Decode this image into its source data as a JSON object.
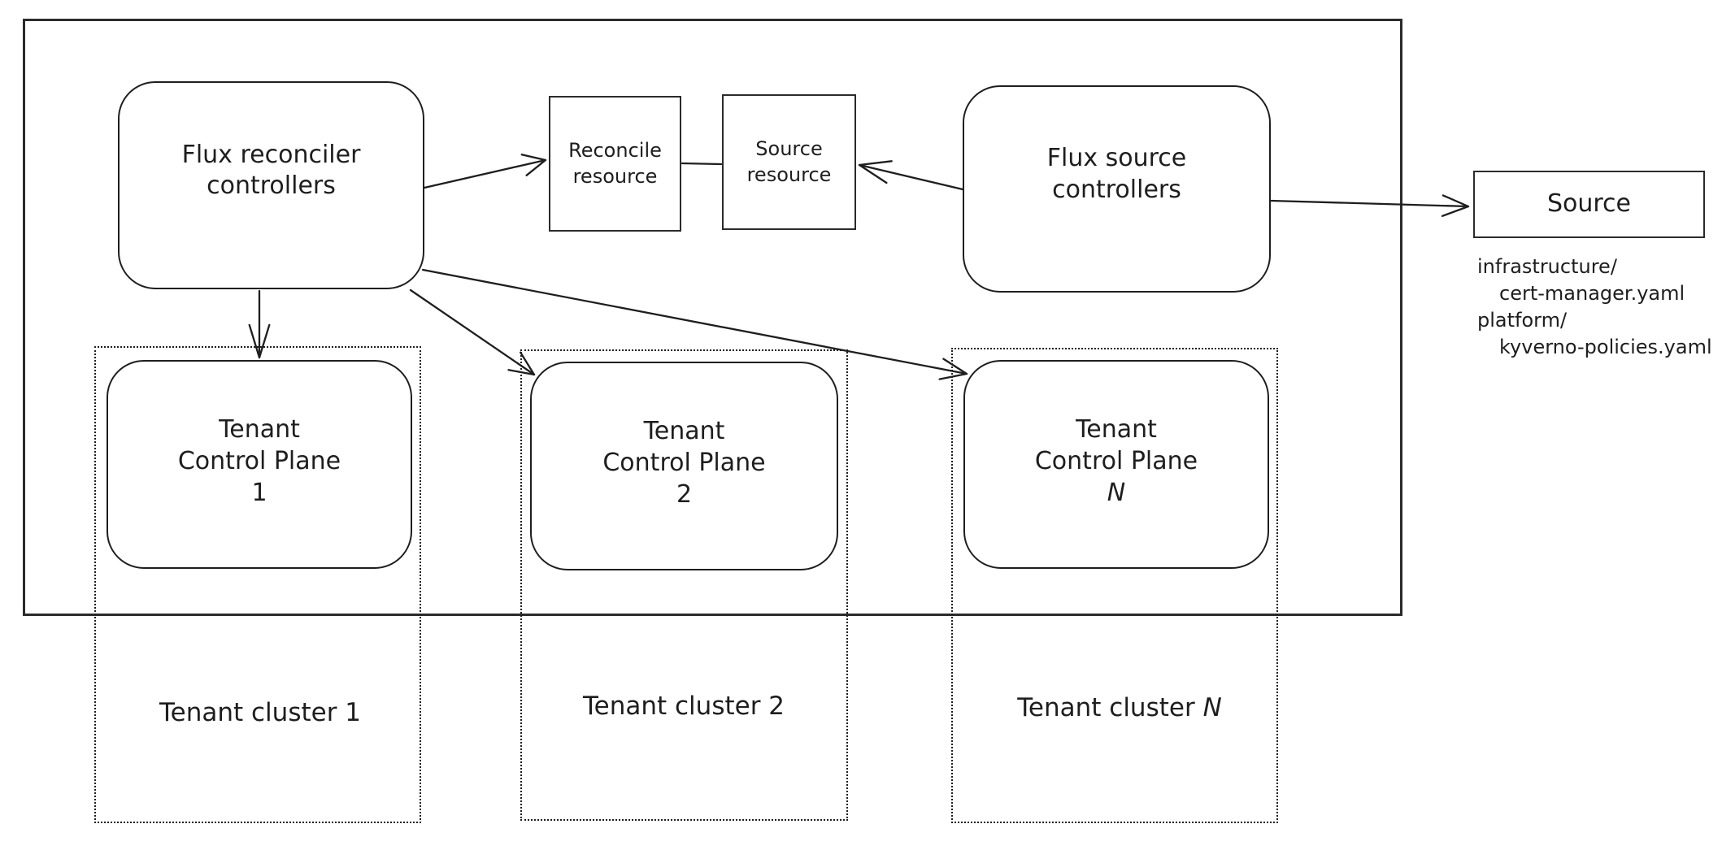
{
  "colors": {
    "stroke": "#1e1e1e",
    "background": "#ffffff"
  },
  "management_cluster": {
    "nodes": {
      "flux_reconciler": {
        "line1": "Flux reconciler",
        "line2": "controllers"
      },
      "reconcile_resource": {
        "line1": "Reconcile",
        "line2": "resource"
      },
      "source_resource": {
        "line1": "Source",
        "line2": "resource"
      },
      "flux_source": {
        "line1": "Flux source",
        "line2": "controllers"
      }
    },
    "tenant_control_planes": [
      {
        "line1": "Tenant",
        "line2": "Control Plane",
        "line3": "1"
      },
      {
        "line1": "Tenant",
        "line2": "Control Plane",
        "line3": "2"
      },
      {
        "line1": "Tenant",
        "line2": "Control Plane",
        "line3": "N"
      }
    ]
  },
  "git_repository": {
    "source_label": "Source",
    "files": [
      "infrastructure/",
      "cert-manager.yaml",
      "platform/",
      "kyverno-policies.yaml"
    ]
  },
  "tenant_clusters": [
    {
      "prefix": "Tenant cluster",
      "suffix": "1"
    },
    {
      "prefix": "Tenant cluster",
      "suffix": "2"
    },
    {
      "prefix": "Tenant cluster",
      "suffix": "N"
    }
  ]
}
